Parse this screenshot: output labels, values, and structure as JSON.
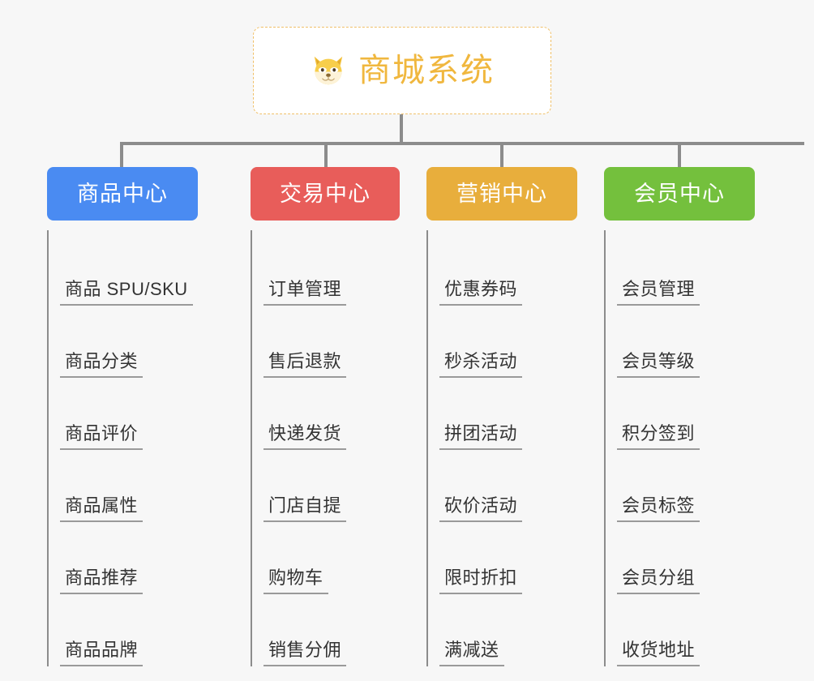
{
  "root": {
    "icon": "shiba-dog-emoji",
    "title": "商城系统"
  },
  "colors": {
    "background": "#f7f7f7",
    "root_border": "#f0c068",
    "root_text": "#f0b73e",
    "connector": "#8c8c8c",
    "leaf_text": "#333333",
    "leaf_underline": "#9a9a9a",
    "category_blue": "#4a8bf2",
    "category_red": "#e85d5a",
    "category_orange": "#e8ae3c",
    "category_green": "#74c03d"
  },
  "categories": [
    {
      "label": "商品中心",
      "color": "#4a8bf2",
      "items": [
        "商品 SPU/SKU",
        "商品分类",
        "商品评价",
        "商品属性",
        "商品推荐",
        "商品品牌"
      ]
    },
    {
      "label": "交易中心",
      "color": "#e85d5a",
      "items": [
        "订单管理",
        "售后退款",
        "快递发货",
        "门店自提",
        "购物车",
        "销售分佣"
      ]
    },
    {
      "label": "营销中心",
      "color": "#e8ae3c",
      "items": [
        "优惠券码",
        "秒杀活动",
        "拼团活动",
        "砍价活动",
        "限时折扣",
        "满减送"
      ]
    },
    {
      "label": "会员中心",
      "color": "#74c03d",
      "items": [
        "会员管理",
        "会员等级",
        "积分签到",
        "会员标签",
        "会员分组",
        "收货地址"
      ]
    }
  ]
}
